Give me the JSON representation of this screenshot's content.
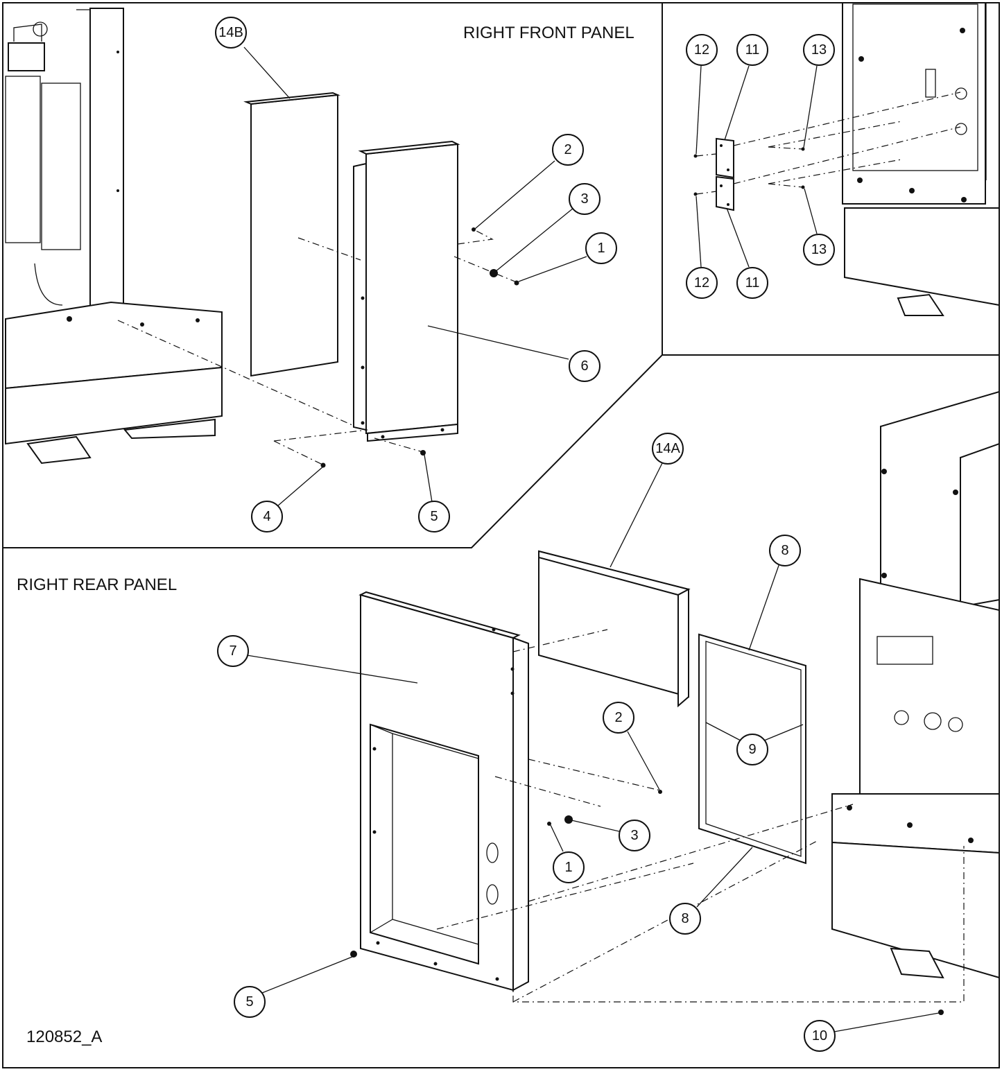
{
  "sections": {
    "front": "RIGHT FRONT PANEL",
    "rear": "RIGHT REAR PANEL"
  },
  "drawing_number": "120852_A",
  "callouts": {
    "c14b": "14B",
    "c2a": "2",
    "c3a": "3",
    "c1a": "1",
    "c6": "6",
    "c4": "4",
    "c5a": "5",
    "c12a": "12",
    "c11a": "11",
    "c13a": "13",
    "c13b": "13",
    "c12b": "12",
    "c11b": "11",
    "c14a": "14A",
    "c8a": "8",
    "c7": "7",
    "c2b": "2",
    "c9": "9",
    "c3b": "3",
    "c1b": "1",
    "c8b": "8",
    "c5b": "5",
    "c10": "10"
  }
}
